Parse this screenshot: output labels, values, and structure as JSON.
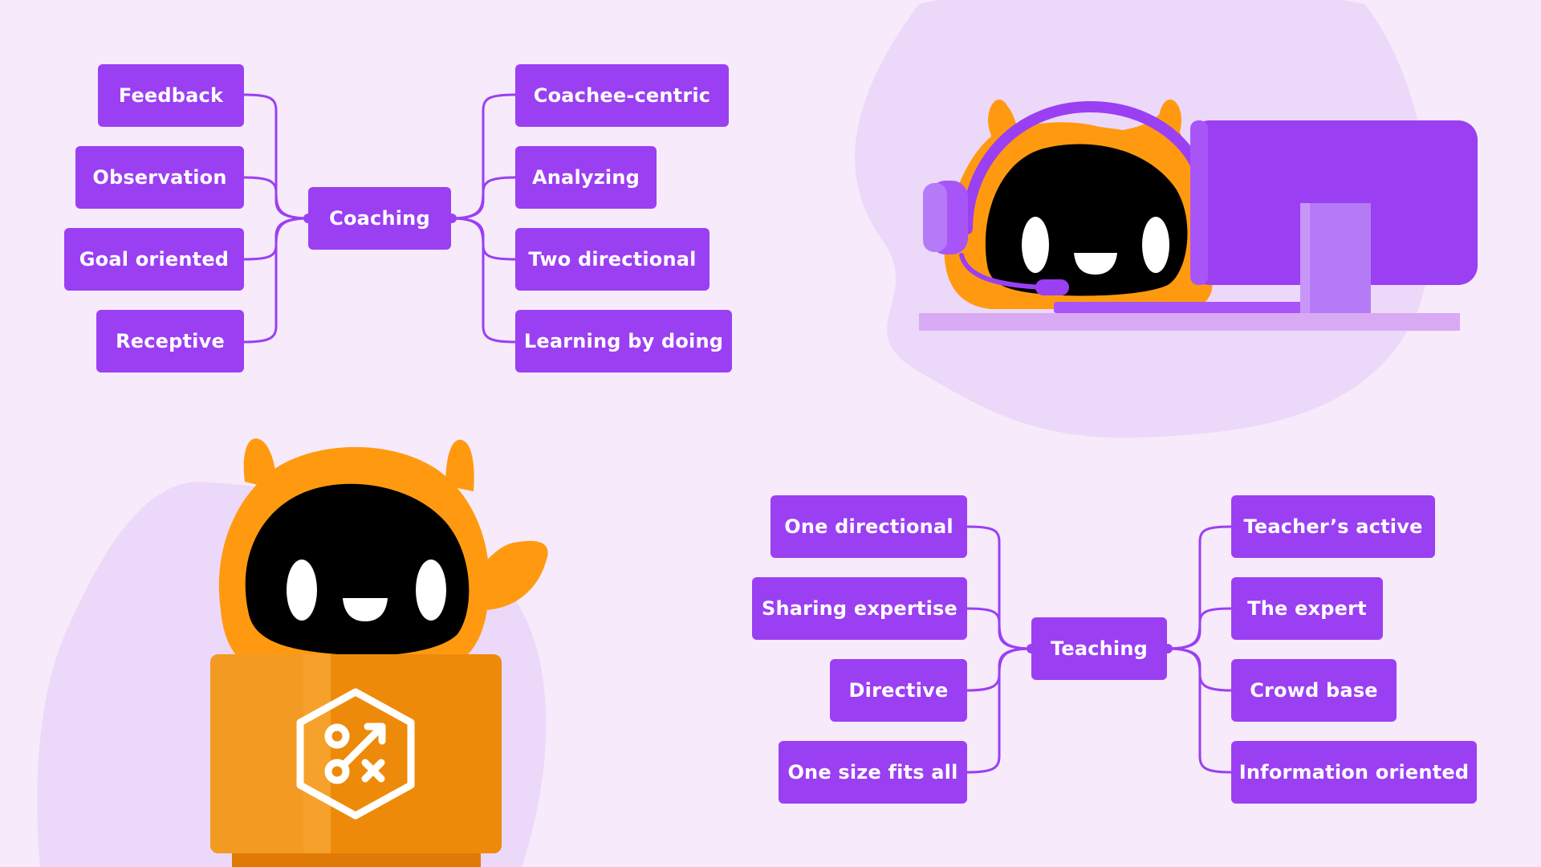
{
  "colors": {
    "background": "#f6eafb",
    "node_fill": "#9b3ff2",
    "node_text": "#ffffff",
    "connector": "#9b3ff2",
    "mascot_orange": "#ff9a10",
    "mascot_face": "#000000",
    "blob": "#ecd8f9",
    "desk": "#d9aaf4"
  },
  "coaching": {
    "center": "Coaching",
    "left": [
      "Feedback",
      "Observation",
      "Goal oriented",
      "Receptive"
    ],
    "right": [
      "Coachee-centric",
      "Analyzing",
      "Two directional",
      "Learning by doing"
    ]
  },
  "teaching": {
    "center": "Teaching",
    "left": [
      "One directional",
      "Sharing expertise",
      "Directive",
      "One size fits all"
    ],
    "right": [
      "Teacher’s active",
      "The expert",
      "Crowd base",
      "Information oriented"
    ]
  },
  "icons": {
    "box_emblem": "strategy-hexagon-icon",
    "headset": "headset-icon",
    "monitor": "computer-monitor-icon"
  }
}
